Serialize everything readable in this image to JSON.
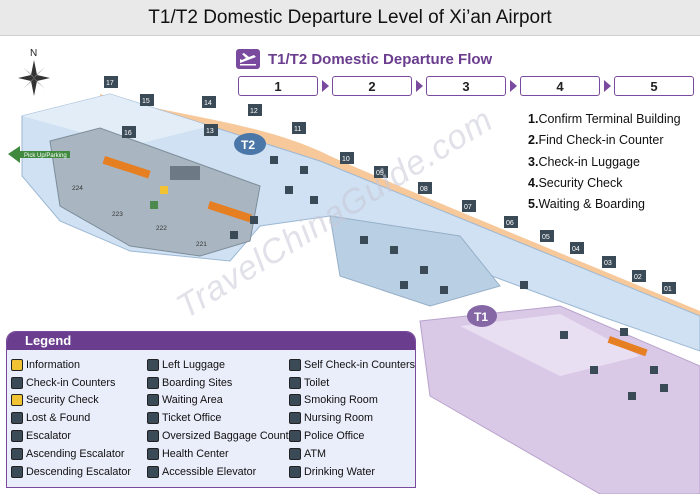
{
  "title": "T1/T2 Domestic Departure Level of Xi’an Airport",
  "compass": {
    "label": "N",
    "icon": "compass-rose-icon"
  },
  "flow": {
    "title": "T1/T2 Domestic Departure Flow",
    "icon": "airplane-departure-icon",
    "steps": [
      "1",
      "2",
      "3",
      "4",
      "5"
    ]
  },
  "steps_list": [
    {
      "num": "1.",
      "text": "Confirm Terminal Building"
    },
    {
      "num": "2.",
      "text": "Find Check-in Counter"
    },
    {
      "num": "3.",
      "text": "Check-in Luggage"
    },
    {
      "num": "4.",
      "text": "Security Check"
    },
    {
      "num": "5.",
      "text": "Waiting & Boarding"
    }
  ],
  "terminals": {
    "t2": "T2",
    "t1": "T1"
  },
  "gates": [
    "17",
    "15",
    "16",
    "14",
    "12",
    "11",
    "10",
    "09",
    "08",
    "07",
    "06",
    "05",
    "04",
    "03",
    "02",
    "01",
    "13"
  ],
  "side_labels": {
    "parking": "Pick Up/Parking"
  },
  "area_codes": [
    "224",
    "223",
    "222",
    "221"
  ],
  "watermark": "TravelChinaGuide.com",
  "legend": {
    "title": "Legend",
    "col1": [
      "Information",
      "Check-in Counters",
      "Security Check",
      "Lost & Found",
      "Escalator",
      "Ascending Escalator",
      "Descending Escalator"
    ],
    "col2": [
      "Left Luggage",
      "Boarding Sites",
      "Waiting Area",
      "Ticket Office",
      "Oversized Baggage Counter",
      "Health Center",
      "Accessible Elevator"
    ],
    "col3": [
      "Self Check-in Counters",
      "Toilet",
      "Smoking Room",
      "Nursing Room",
      "Police Office",
      "ATM",
      "Drinking Water"
    ]
  },
  "colors": {
    "accent_purple": "#6a3d8e",
    "terminal_blue": "#bcd6ee",
    "t1_lilac": "#d9c8e6",
    "road_orange": "#f6c89a"
  }
}
